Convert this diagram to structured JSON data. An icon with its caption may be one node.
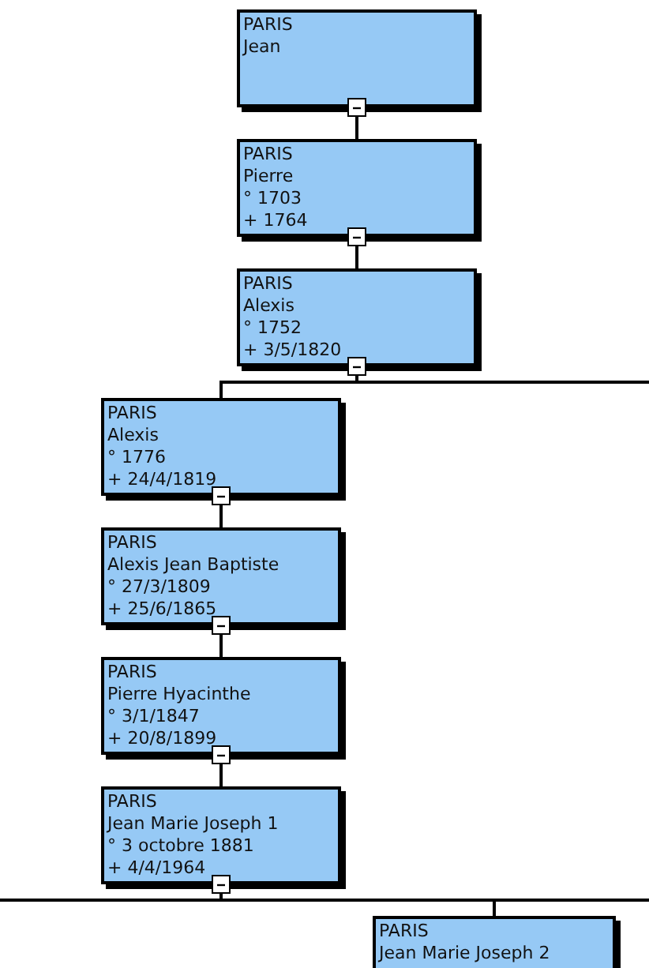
{
  "diagram": {
    "nodes": [
      {
        "text": [
          "PARIS",
          "Jean"
        ]
      },
      {
        "text": [
          "PARIS",
          "Pierre",
          "° 1703",
          "+ 1764"
        ]
      },
      {
        "text": [
          "PARIS",
          "Alexis",
          "° 1752",
          "+ 3/5/1820"
        ]
      },
      {
        "text": [
          "PARIS",
          "Alexis",
          "° 1776",
          "+ 24/4/1819"
        ]
      },
      {
        "text": [
          "PARIS",
          "Alexis Jean Baptiste",
          "° 27/3/1809",
          "+ 25/6/1865"
        ]
      },
      {
        "text": [
          "PARIS",
          "Pierre Hyacinthe",
          "° 3/1/1847",
          "+ 20/8/1899"
        ]
      },
      {
        "text": [
          "PARIS",
          "Jean Marie Joseph 1",
          "° 3 octobre 1881",
          "+ 4/4/1964"
        ]
      },
      {
        "text": [
          "PARIS",
          "Jean Marie Joseph 2"
        ]
      }
    ],
    "edges": [
      {
        "from": 0,
        "to": 1,
        "arrow": "other"
      },
      {
        "from": 1,
        "to": 2,
        "arrow": "other"
      },
      {
        "from": 2,
        "to": 3,
        "arrow": "other"
      },
      {
        "from": 2,
        "to": null,
        "arrow": "other"
      },
      {
        "from": 3,
        "to": 4,
        "arrow": "other"
      },
      {
        "from": 4,
        "to": 5,
        "arrow": "other"
      },
      {
        "from": 5,
        "to": 6,
        "arrow": "other"
      },
      {
        "from": 6,
        "to": 7,
        "arrow": "other"
      },
      {
        "from": 6,
        "to": null,
        "arrow": "other"
      },
      {
        "from": 6,
        "to": null,
        "arrow": "other"
      }
    ]
  }
}
